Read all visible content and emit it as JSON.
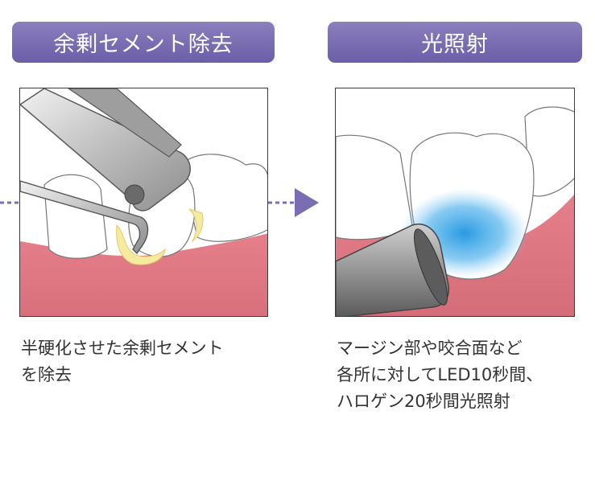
{
  "steps": [
    {
      "title": "余剰セメント除去",
      "caption_lines": [
        "半硬化させた余剰セメント",
        "を除去"
      ]
    },
    {
      "title": "光照射",
      "caption_lines": [
        "マージン部や咬合面など",
        "各所に対してLED10秒間、",
        "ハロゲン20秒間光照射"
      ]
    }
  ],
  "colors": {
    "label_bg": "#7a6db3",
    "arrow": "#7a6db3",
    "gum": "#e07d87",
    "cement": "#f5eba0",
    "light": "#2a9fe0"
  },
  "icons": [
    "scaler-instrument",
    "forceps-instrument",
    "light-curing-tip"
  ]
}
